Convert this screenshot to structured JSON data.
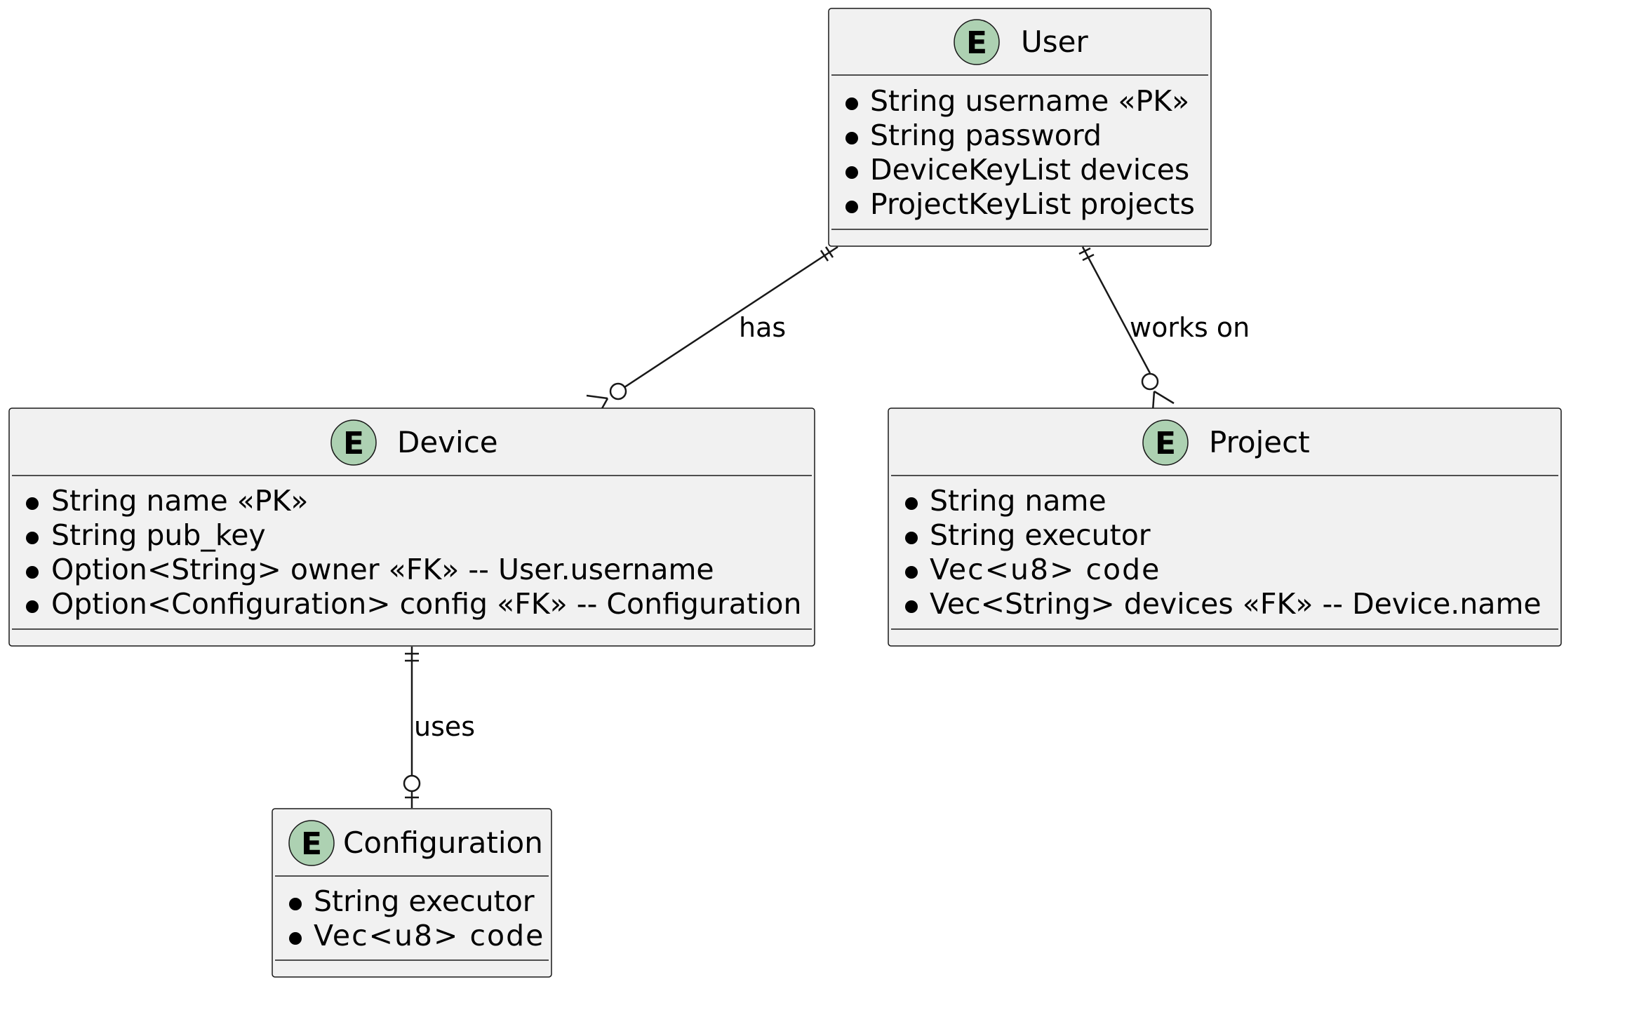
{
  "entities": {
    "user": {
      "badge": "E",
      "title": "User",
      "fields": [
        "String username «PK»",
        "String password",
        "DeviceKeyList devices",
        "ProjectKeyList projects"
      ]
    },
    "device": {
      "badge": "E",
      "title": "Device",
      "fields": [
        "String name «PK»",
        "String pub_key",
        "Option<String> owner «FK» -- User.username",
        "Option<Configuration> config «FK» -- Configuration"
      ]
    },
    "project": {
      "badge": "E",
      "title": "Project",
      "fields": [
        "String name",
        "String executor",
        "Vec<u8> code",
        "Vec<String> devices «FK» -- Device.name"
      ]
    },
    "configuration": {
      "badge": "E",
      "title": "Configuration",
      "fields": [
        "String executor",
        "Vec<u8> code"
      ]
    }
  },
  "relationships": {
    "user_device": {
      "label": "has",
      "from": "User",
      "to": "Device",
      "from_card": "exactly-one",
      "to_card": "zero-or-many"
    },
    "user_project": {
      "label": "works on",
      "from": "User",
      "to": "Project",
      "from_card": "exactly-one",
      "to_card": "zero-or-many"
    },
    "device_configuration": {
      "label": "uses",
      "from": "Device",
      "to": "Configuration",
      "from_card": "exactly-one",
      "to_card": "zero-or-one"
    }
  },
  "colors": {
    "entity_fill": "#f1f1f1",
    "entity_stroke": "#181818",
    "badge_fill": "#add1b2"
  }
}
